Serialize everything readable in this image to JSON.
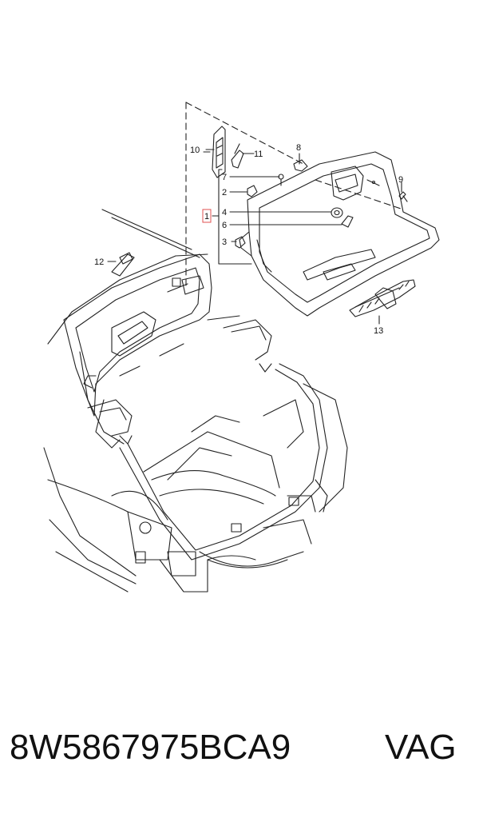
{
  "diagram": {
    "callouts": {
      "c1": "1",
      "c2": "2",
      "c3": "3",
      "c4": "4",
      "c6": "6",
      "c7": "7",
      "c8": "8",
      "c9": "9",
      "c10": "10",
      "c11": "11",
      "c12": "12",
      "c13": "13"
    },
    "highlight_color": "#e05050",
    "line_color": "#222222"
  },
  "footer": {
    "part_number": "8W5867975BCA9",
    "brand": "VAG"
  }
}
